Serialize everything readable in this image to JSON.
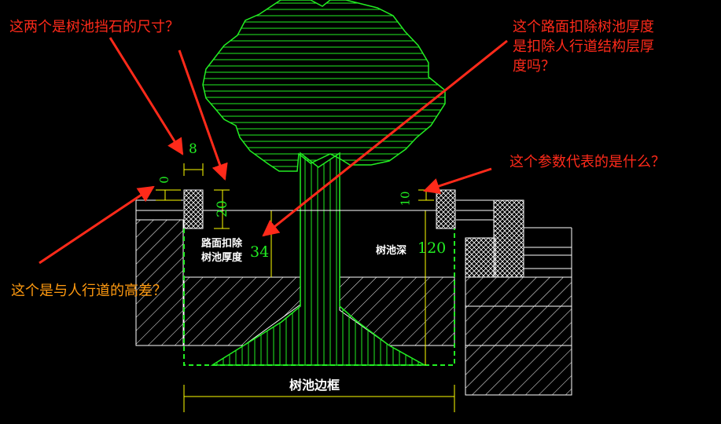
{
  "annotations": {
    "q_retaining_stone": "这两个是树池挡石的尺寸？",
    "q_pavement_deduction": [
      "这个路面扣除树池厚度",
      "是扣除人行道结构层厚",
      "度吗？"
    ],
    "q_parameter": "这个参数代表的是什么？",
    "q_height_diff": "这个是与人行道的高差？"
  },
  "dimensions": {
    "stone_width": "8",
    "stone_height": "20",
    "left_offset": "0",
    "right_offset": "10",
    "pavement_deduction_value": "34",
    "pit_depth_value": "120"
  },
  "labels": {
    "pavement_deduction": [
      "路面扣除",
      "树池厚度"
    ],
    "pit_depth": "树池深",
    "pit_frame": "树池边框"
  },
  "colors": {
    "background": "#000000",
    "annotation_red": "#ff2a1a",
    "annotation_orange": "#ff9a10",
    "tree_green": "#22ee22",
    "dim_yellow": "#ffff00",
    "dim_text_green": "#22ee22",
    "drawing_white": "#ffffff"
  }
}
